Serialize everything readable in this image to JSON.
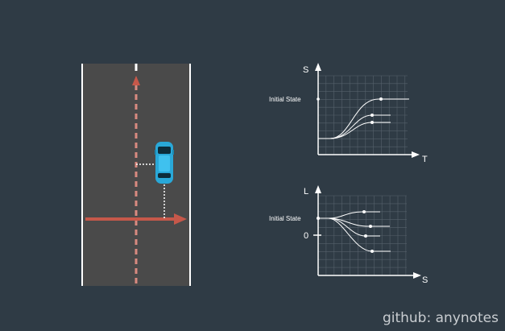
{
  "top_graph": {
    "y_axis_label": "S",
    "x_axis_label": "T",
    "initial_state_label": "Initial State"
  },
  "bottom_graph": {
    "y_axis_label": "L",
    "x_axis_label": "S",
    "initial_state_label": "Initial State",
    "zero_label": "0"
  },
  "watermark": "github: anynotes",
  "colors": {
    "background": "#2f3b45",
    "road": "#4a4a4a",
    "lane_line": "#d98a80",
    "arrow": "#c6584a",
    "car": "#29a8d8",
    "grid": "#56616b"
  }
}
